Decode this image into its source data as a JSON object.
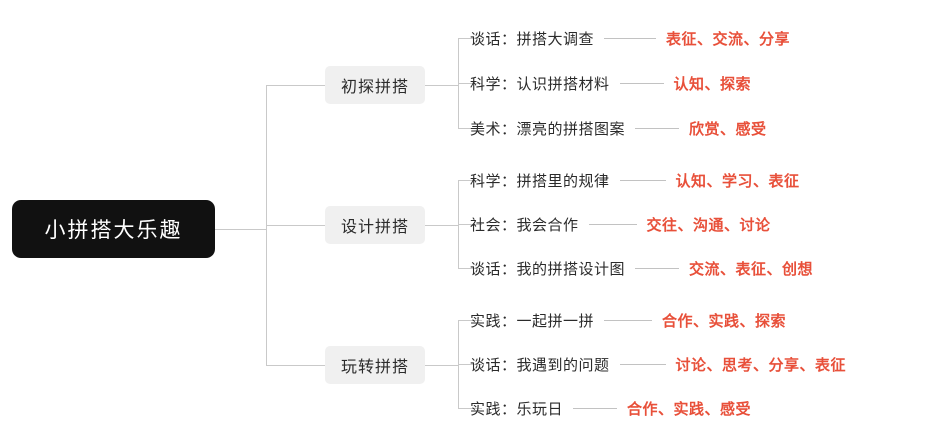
{
  "diagram": {
    "type": "mindmap",
    "root": {
      "label": "小拼搭大乐趣"
    },
    "colors": {
      "root_bg": "#111111",
      "root_text": "#ffffff",
      "branch_bg": "#f0f0f0",
      "branch_text": "#2b2b2b",
      "leaf_text": "#2b2b2b",
      "tag_text": "#e8503a",
      "connector": "#c9c9c9",
      "page_bg": "#ffffff"
    },
    "branches": [
      {
        "label": "初探拼搭",
        "leaves": [
          {
            "label": "谈话：拼搭大调查",
            "tags": "表征、交流、分享",
            "rule_width": 52
          },
          {
            "label": "科学：认识拼搭材料",
            "tags": "认知、探索",
            "rule_width": 44
          },
          {
            "label": "美术：漂亮的拼搭图案",
            "tags": "欣赏、感受",
            "rule_width": 44
          }
        ]
      },
      {
        "label": "设计拼搭",
        "leaves": [
          {
            "label": "科学：拼搭里的规律",
            "tags": "认知、学习、表征",
            "rule_width": 46
          },
          {
            "label": "社会：我会合作",
            "tags": "交往、沟通、讨论",
            "rule_width": 48
          },
          {
            "label": "谈话：我的拼搭设计图",
            "tags": "交流、表征、创想",
            "rule_width": 44
          }
        ]
      },
      {
        "label": "玩转拼搭",
        "leaves": [
          {
            "label": "实践：一起拼一拼",
            "tags": "合作、实践、探索",
            "rule_width": 48
          },
          {
            "label": "谈话：我遇到的问题",
            "tags": "讨论、思考、分享、表征",
            "rule_width": 46
          },
          {
            "label": "实践：乐玩日",
            "tags": "合作、实践、感受",
            "rule_width": 44
          }
        ]
      }
    ]
  }
}
